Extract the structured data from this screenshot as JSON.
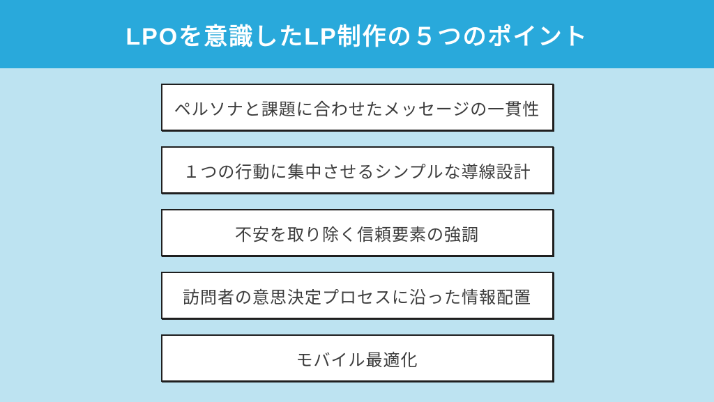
{
  "header": {
    "title": "LPOを意識したLP制作の５つのポイント",
    "bg_color": "#29A9DB",
    "text_color": "#FFFFFF"
  },
  "body": {
    "bg_color": "#BDE3F1"
  },
  "box_style": {
    "bg_color": "#FFFFFF",
    "border_color": "#1F1F1F",
    "text_color": "#3C3C3C"
  },
  "points": [
    {
      "label": "ペルソナと課題に合わせたメッセージの一貫性"
    },
    {
      "label": "１つの行動に集中させるシンプルな導線設計"
    },
    {
      "label": "不安を取り除く信頼要素の強調"
    },
    {
      "label": "訪問者の意思決定プロセスに沿った情報配置"
    },
    {
      "label": "モバイル最適化"
    }
  ]
}
